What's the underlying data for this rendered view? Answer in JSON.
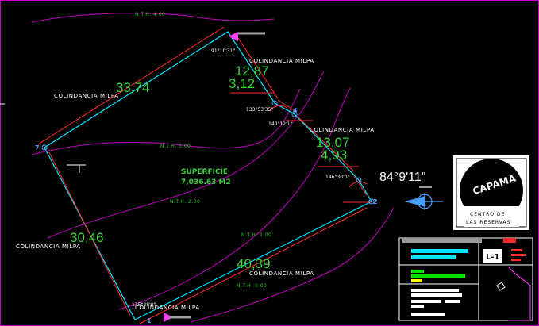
{
  "drawing": {
    "contour_labels": [
      "N.T.H. 4.00",
      "N.T.H. 3.00",
      "N.T.H. 2.00",
      "N.T.H. 1.00",
      "N.T.H. 0.00"
    ],
    "boundary_labels": [
      "COLINDANCIA MILPA",
      "COLINDANCIA MILPA",
      "COLINDANCIA MILPA",
      "COLINDANCIA MILPA",
      "COLINDANCIA MILPA",
      "COLINDANCIA MILPA"
    ],
    "distances": [
      "33,74",
      "12,87",
      "3,12",
      "13,07",
      "4,93",
      "30,46",
      "40,39"
    ],
    "angles": [
      "91°10'31\"",
      "133°53'35\"",
      "140°12'1\"",
      "146°30'0\"",
      "135°48'0\"",
      "84°9'11\""
    ],
    "vertices": [
      "1",
      "2",
      "4",
      "7"
    ],
    "surface_title": "SUPERFICIE",
    "surface_value": "7,036.63 M2"
  },
  "title_block": {
    "sheet_number": "L-1"
  },
  "logo": {
    "text_main": "CAPAMA",
    "text_line1": "CENTRO DE",
    "text_line2": "LAS RESERVAS"
  },
  "colors": {
    "background": "#000000",
    "contour": "#c000c0",
    "polygon": "#00e5ff",
    "dimension": "#ff2a2a",
    "text_green": "#3ccf3c",
    "text_white": "#ffffff"
  }
}
